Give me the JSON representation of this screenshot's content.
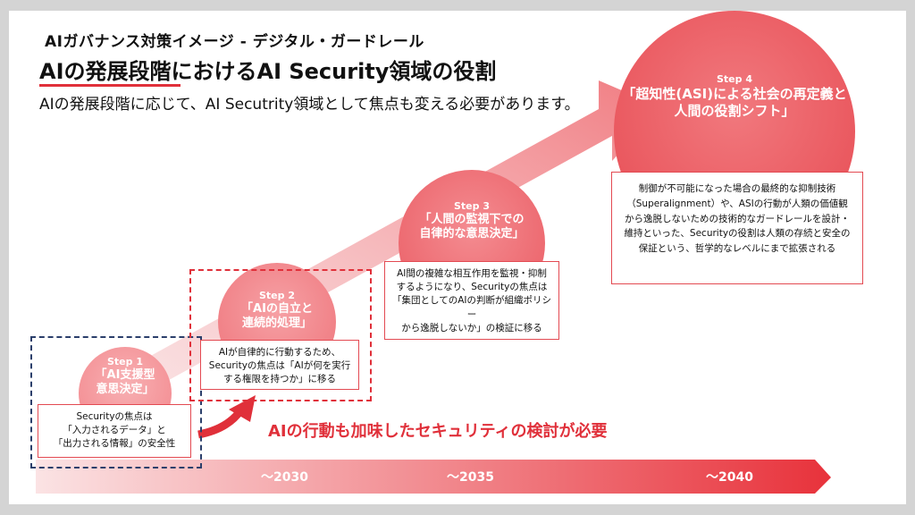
{
  "header": {
    "small_title": "AIガバナンス対策イメージ - デジタル・ガードレール",
    "title": "AIの発展段階におけるAI Security領域の役割",
    "lead": "AIの発展段階に応じて、AI Secutrity領域として焦点も変える必要があります。"
  },
  "steps": [
    {
      "num": "Step 1",
      "title_lines": [
        "「AI支援型",
        "意思決定」"
      ],
      "desc_lines": [
        "Securityの焦点は",
        "「入力されるデータ」と",
        "「出力される情報」の安全性"
      ]
    },
    {
      "num": "Step 2",
      "title_lines": [
        "「AIの自立と",
        "連続的処理」"
      ],
      "desc_lines": [
        "AIが自律的に行動するため、",
        "Securityの焦点は「AIが何を実行",
        "する権限を持つか」に移る"
      ]
    },
    {
      "num": "Step 3",
      "title_lines": [
        "「人間の監視下での",
        "自律的な意思決定」"
      ],
      "desc_lines": [
        "AI間の複雑な相互作用を監視・抑制",
        "するようになり、Securityの焦点は",
        "「集団としてのAIの判断が組織ポリシー",
        "から逸脱しないか」の検証に移る"
      ]
    },
    {
      "num": "Step 4",
      "title_lines": [
        "「超知性(ASI)による社会の再定義と",
        "人間の役割シフト」"
      ],
      "desc_lines": [
        "制御が不可能になった場合の最終的な抑制技術",
        "（Superalignment）や、ASIの行動が人類の価値観",
        "から逸脱しないための技術的なガードレールを設計・",
        "維持といった、Securityの役割は人類の存続と安全の",
        "保証という、哲学的なレベルにまで拡張される"
      ]
    }
  ],
  "callout": "AIの行動も加味したセキュリティの検討が必要",
  "timeline": [
    "～2030",
    "～2035",
    "～2040"
  ],
  "colors": {
    "accent": "#e0303a",
    "navy": "#2b3f6b"
  }
}
